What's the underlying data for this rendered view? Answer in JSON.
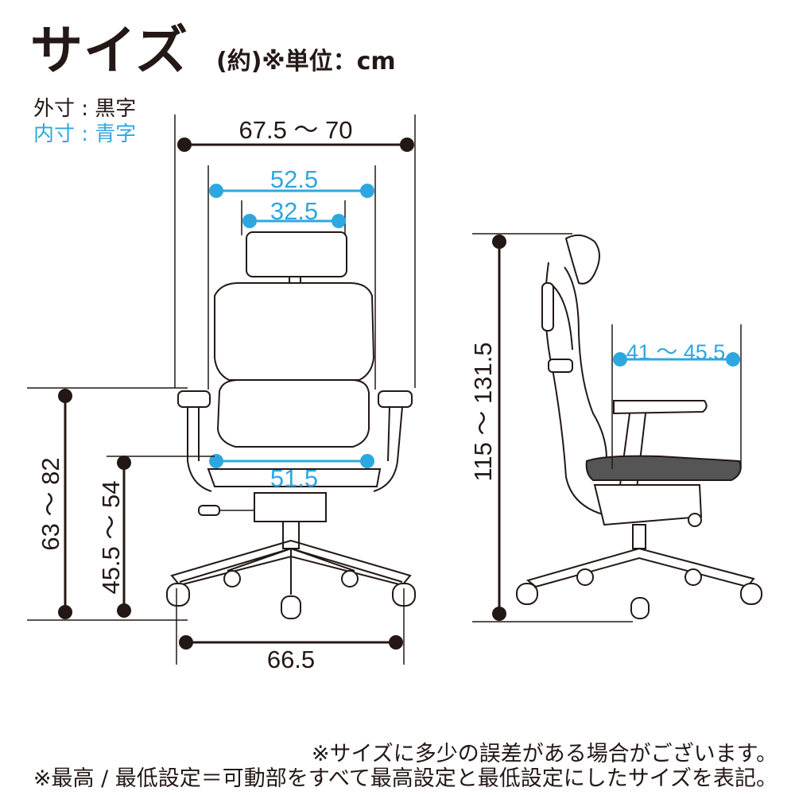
{
  "header": {
    "title": "サイズ",
    "unit": "(約)※単位：cm"
  },
  "legend": {
    "outer": "外寸 : 黒字",
    "inner": "内寸 : 青字"
  },
  "colors": {
    "outer": "#231815",
    "inner": "#2ea7e0"
  },
  "dimensions": {
    "overall_width": "67.5 ～ 70",
    "backrest_width": "52.5",
    "headrest_width": "32.5",
    "seat_width": "51.5",
    "armrest_height": "63 ～ 82",
    "seat_height": "45.5 ～ 54",
    "base_width": "66.5",
    "overall_height": "115 ～ 131.5",
    "seat_depth": "41 ～ 45.5"
  },
  "notes": {
    "line1": "※サイズに多少の誤差がある場合がございます。",
    "line2": "※最高 / 最低設定＝可動部をすべて最高設定と最低設定にしたサイズを表記。"
  }
}
